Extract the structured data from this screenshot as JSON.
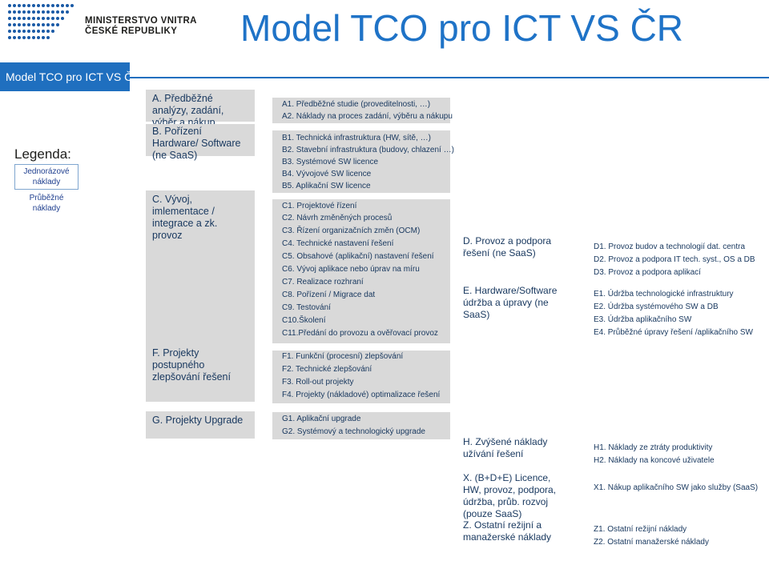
{
  "header": {
    "logo_line1": "MINISTERSTVO VNITRA",
    "logo_line2": "ČESKÉ REPUBLIKY",
    "title": "Model TCO pro ICT VS ČR"
  },
  "nav": {
    "title": "Model  TCO pro ICT  VS ČR"
  },
  "legend": {
    "title": "Legenda:",
    "one_off": "Jednorázové náklady",
    "running": "Průběžné náklady"
  },
  "categories": [
    {
      "id": "A",
      "label": "A.   Předběžné analýzy, zadání, výběr a nákup",
      "type": "one_off",
      "items": [
        "A1. Předběžné studie (proveditelnosti, …)",
        "A2. Náklady na proces zadání, výběru a nákupu"
      ]
    },
    {
      "id": "B",
      "label": "B. Pořízení Hardware/ Software (ne SaaS)",
      "type": "one_off",
      "items": [
        "B1. Technická infrastruktura (HW, sítě, …)",
        "B2. Stavební infrastruktura (budovy, chlazení …)",
        "B3. Systémové SW licence",
        "B4. Vývojové SW licence",
        "B5. Aplikační SW licence"
      ]
    },
    {
      "id": "C",
      "label": "C. Vývoj, imlementace / integrace a zk. provoz",
      "type": "one_off",
      "items": [
        "C1. Projektové řízení",
        "C2. Návrh změněných procesů",
        "C3. Řízení organizačních změn (OCM)",
        "C4. Technické nastavení řešení",
        "C5. Obsahové (aplikační) nastavení řešení",
        "C6. Vývoj aplikace nebo úprav na míru",
        "C7. Realizace rozhraní",
        "C8. Pořízení / Migrace dat",
        "C9. Testování",
        "C10.Školení",
        "C11.Předání do provozu a ověřovací provoz"
      ]
    },
    {
      "id": "F",
      "label": "F. Projekty postupného zlepšování řešení",
      "type": "one_off",
      "items": [
        "F1. Funkční (procesní) zlepšování",
        "F2. Technické zlepšování",
        "F3. Roll-out projekty",
        "F4. Projekty (nákladové) optimalizace řešení"
      ]
    },
    {
      "id": "G",
      "label": "G. Projekty Upgrade",
      "type": "one_off",
      "items": [
        "G1. Aplikační upgrade",
        "G2. Systémový a technologický upgrade"
      ]
    }
  ],
  "right_categories": [
    {
      "id": "D",
      "label": "D. Provoz a podpora řešení (ne SaaS)",
      "type": "running",
      "items": [
        "D1. Provoz budov a technologií dat. centra",
        "D2. Provoz a podpora IT tech. syst., OS a DB",
        "D3. Provoz a podpora aplikací"
      ]
    },
    {
      "id": "E",
      "label": "E. Hardware/Software údržba a úpravy (ne SaaS)",
      "type": "running",
      "items": [
        "E1. Údržba technologické infrastruktury",
        "E2. Údržba systémového SW a DB",
        "E3. Údržba aplikačního SW",
        "E4. Průběžné úpravy řešení /aplikačního SW"
      ]
    },
    {
      "id": "H",
      "label": "H. Zvýšené náklady užívání řešení",
      "type": "running",
      "items": [
        "H1. Náklady ze ztráty produktivity",
        "H2. Náklady na koncové uživatele"
      ]
    },
    {
      "id": "X",
      "label": "X. (B+D+E) Licence, HW, provoz, podpora, údržba, průb. rozvoj (pouze SaaS)",
      "type": "running",
      "items": [
        "X1. Nákup aplikačního SW jako služby (SaaS)"
      ]
    },
    {
      "id": "Z",
      "label": "Z. Ostatní režijní a manažerské náklady",
      "type": "running",
      "items": [
        "Z1. Ostatní režijní náklady",
        "Z2. Ostatní manažerské náklady"
      ]
    }
  ],
  "colors": {
    "brand_blue": "#1f6fbf",
    "title_blue": "#1f73c7",
    "fill_gray": "#d9d9d9",
    "text_navy": "#17375e"
  }
}
